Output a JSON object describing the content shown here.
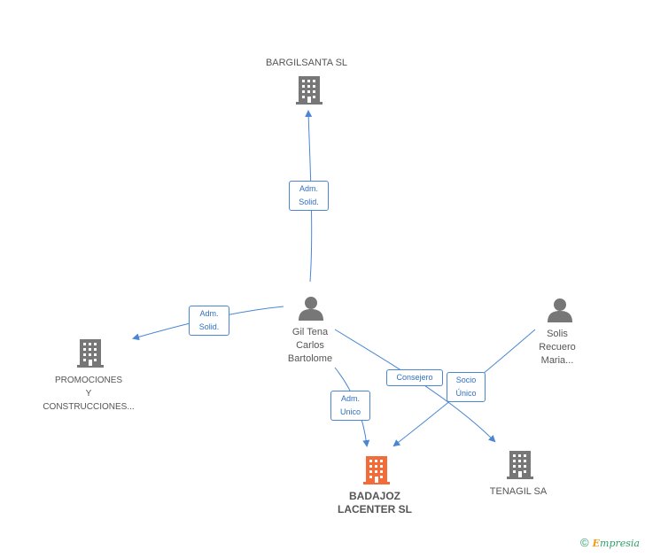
{
  "nodes": {
    "bargilsanta": {
      "label": "BARGILSANTA SL",
      "type": "company"
    },
    "promociones": {
      "label": "PROMOCIONES\nY\nCONSTRUCCIONES...",
      "type": "company"
    },
    "gil_tena": {
      "label": "Gil Tena\nCarlos\nBartolome",
      "type": "person"
    },
    "solis": {
      "label": "Solis\nRecuero\nMaria...",
      "type": "person"
    },
    "badajoz": {
      "label": "BADAJOZ\nLACENTER SL",
      "type": "company-main"
    },
    "tenagil": {
      "label": "TENAGIL SA",
      "type": "company"
    }
  },
  "edges": {
    "e1": {
      "label": "Adm.\nSolid.",
      "from": "gil_tena",
      "to": "bargilsanta"
    },
    "e2": {
      "label": "Adm.\nSolid.",
      "from": "gil_tena",
      "to": "promociones"
    },
    "e3": {
      "label": "Adm.\nUnico",
      "from": "gil_tena",
      "to": "badajoz"
    },
    "e4": {
      "label": "Consejero",
      "from": "gil_tena",
      "to": "tenagil"
    },
    "e5": {
      "label": "Socio\nÚnico",
      "from": "solis",
      "to": "badajoz"
    }
  },
  "colors": {
    "edge": "#4a86d4",
    "icon": "#777777",
    "main_icon": "#f26b38"
  },
  "footer": {
    "copyright": "©",
    "brand_first": "E",
    "brand_rest": "mpresia"
  }
}
